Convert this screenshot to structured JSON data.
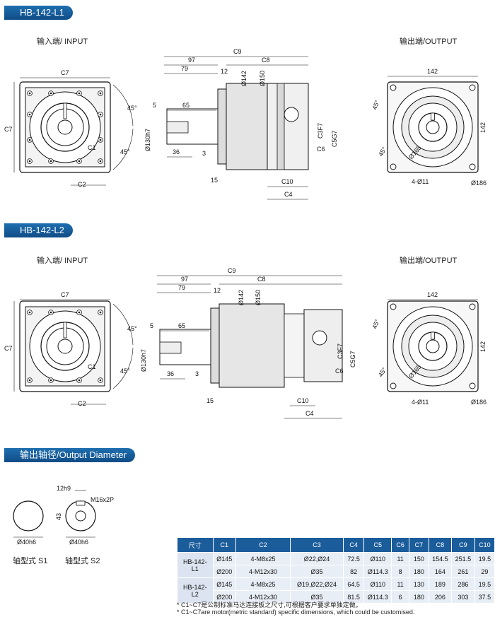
{
  "sections": [
    {
      "badge": "HB-142-L1",
      "input_label": "输入端/ INPUT",
      "output_label": "输出端/OUTPUT"
    },
    {
      "badge": "HB-142-L2",
      "input_label": "输入端/ INPUT",
      "output_label": "输出端/OUTPUT"
    }
  ],
  "shaft_section": {
    "badge": "输出轴径/Output Diameter",
    "s1_label": "轴型式 S1",
    "s2_label": "轴型式 S2"
  },
  "dims": {
    "c7": "C7",
    "c9": "C9",
    "c8": "C8",
    "d97": "97",
    "d79": "79",
    "d12": "12",
    "d142": "Ø142",
    "d150": "Ø150",
    "d5": "5",
    "d65": "65",
    "d130": "Ø130h7",
    "d36": "36",
    "d3": "3",
    "d15": "15",
    "c10": "C10",
    "c4": "C4",
    "c3": "C3F7",
    "c5": "C5G7",
    "c6": "C6",
    "c1": "C1",
    "c2": "C2",
    "deg45": "45°",
    "w142": "142",
    "h142": "142",
    "d165": "Ø165",
    "holes": "4-Ø11",
    "d186": "Ø186",
    "s_12": "12h9",
    "s_m16": "M16x2P",
    "s_43": "43",
    "s_40a": "Ø40h6",
    "s_40b": "Ø40h6"
  },
  "table": {
    "headers": [
      "尺寸",
      "C1",
      "C2",
      "C3",
      "C4",
      "C5",
      "C6",
      "C7",
      "C8",
      "C9",
      "C10"
    ],
    "groups": [
      {
        "model": "HB-142-L1",
        "rows": [
          [
            "Ø145",
            "4-M8x25",
            "Ø22,Ø24",
            "72.5",
            "Ø110",
            "11",
            "150",
            "154.5",
            "251.5",
            "19.5"
          ],
          [
            "Ø200",
            "4-M12x30",
            "Ø35",
            "82",
            "Ø114.3",
            "8",
            "180",
            "164",
            "261",
            "29"
          ]
        ]
      },
      {
        "model": "HB-142-L2",
        "rows": [
          [
            "Ø145",
            "4-M8x25",
            "Ø19,Ø22,Ø24",
            "64.5",
            "Ø110",
            "11",
            "130",
            "189",
            "286",
            "19.5"
          ],
          [
            "Ø200",
            "4-M12x30",
            "Ø35",
            "81.5",
            "Ø114.3",
            "6",
            "180",
            "206",
            "303",
            "37.5"
          ]
        ]
      }
    ]
  },
  "notes": [
    "* C1~C7是公制标准马达连接板之尺寸,可根据客户要求单独定做。",
    "* C1~C7are motor(metric standard)  specific dimensions, which could be customised."
  ]
}
